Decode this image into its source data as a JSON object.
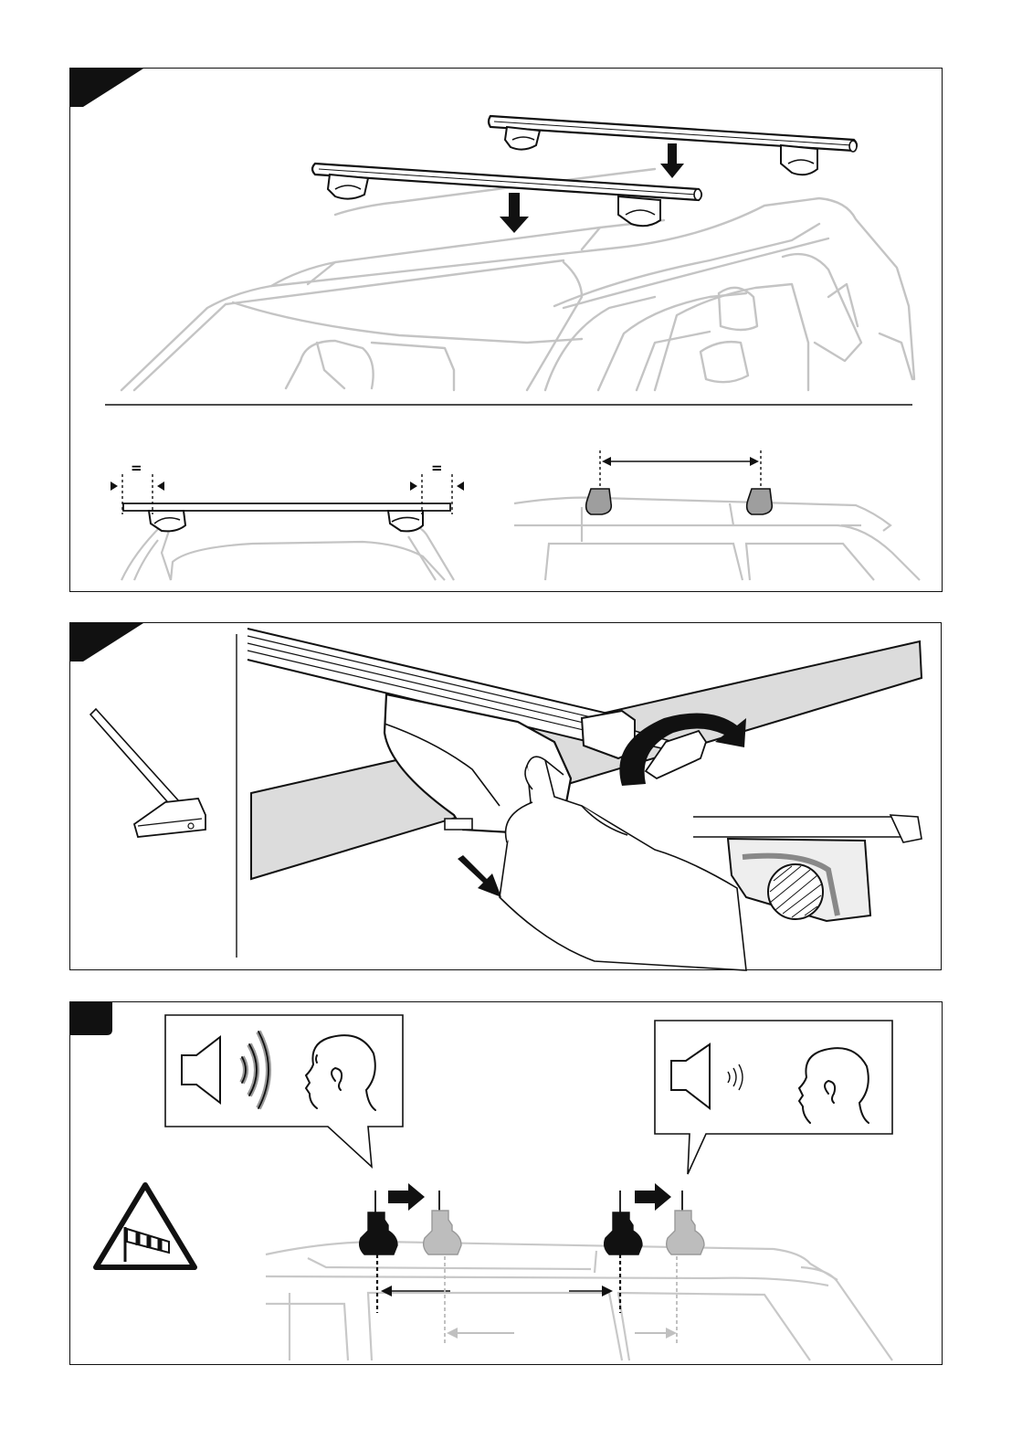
{
  "steps": [
    {
      "marker": "",
      "shape": "triangle-corner"
    },
    {
      "marker": "",
      "shape": "triangle-corner"
    },
    {
      "marker": "",
      "shape": "rounded-tab"
    }
  ],
  "step1": {
    "equal_sign_left": "=",
    "equal_sign_right": "="
  },
  "colors": {
    "ink": "#111111",
    "car_outline": "#c4c4c4",
    "foot_moved": "#b4b4b4",
    "arrow": "#111111"
  },
  "icons": [
    "car-roof",
    "roof-bar",
    "bar-foot",
    "down-arrow",
    "t-handle-key",
    "hand",
    "rotate-arrow",
    "speaker-icon",
    "sound-waves-icon",
    "head-icon",
    "crosswind-warning-icon"
  ]
}
